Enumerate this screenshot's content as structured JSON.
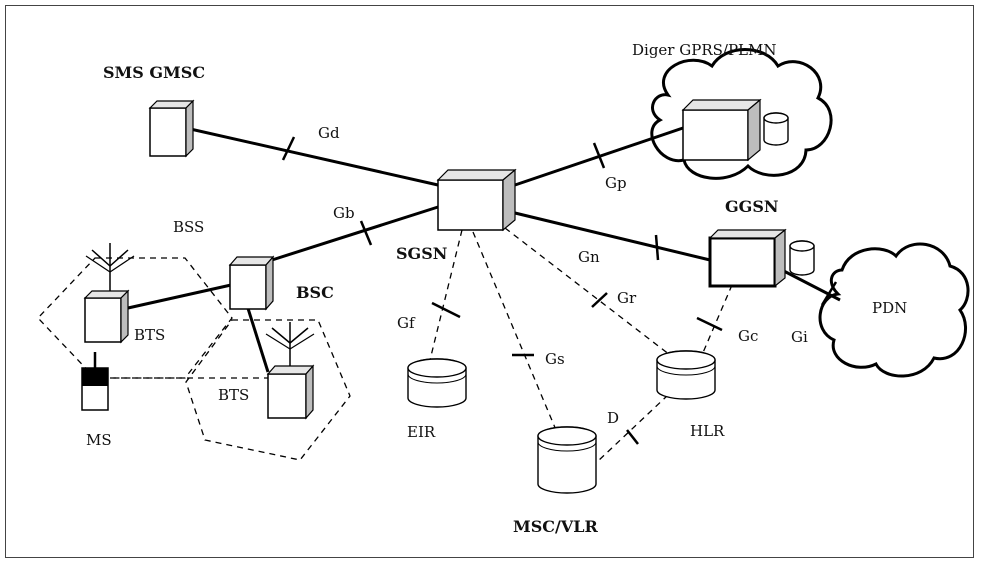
{
  "labels": {
    "sms_gmsc": "SMS GMSC",
    "diger": "Diger GPRS/PLMN",
    "sgsn": "SGSN",
    "ggsn": "GGSN",
    "bss": "BSS",
    "bsc": "BSC",
    "bts1": "BTS",
    "bts2": "BTS",
    "ms": "MS",
    "eir": "EIR",
    "msc_vlr": "MSC/VLR",
    "hlr": "HLR",
    "pdn": "PDN"
  },
  "interfaces": {
    "gd": "Gd",
    "gb": "Gb",
    "gp": "Gp",
    "gn": "Gn",
    "gi": "Gi",
    "gf": "Gf",
    "gs": "Gs",
    "gr": "Gr",
    "gc": "Gc",
    "d": "D"
  }
}
